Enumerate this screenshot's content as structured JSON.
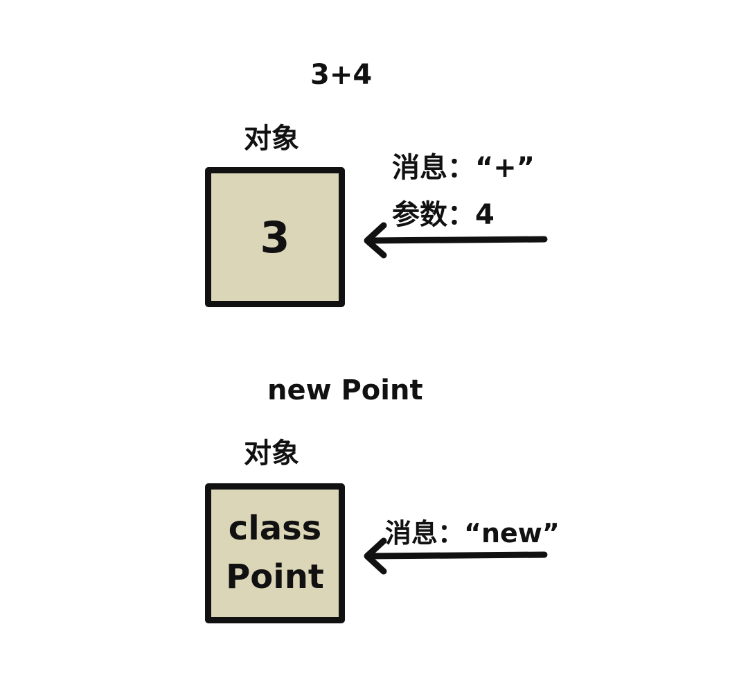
{
  "colors": {
    "box_fill": "#dcd6b9",
    "ink": "#111111",
    "background": "#ffffff"
  },
  "section1": {
    "expression": "3+4",
    "object_label": "对象",
    "box_text": "3",
    "message": "消息：“+”",
    "argument": "参数：4"
  },
  "section2": {
    "expression": "new Point",
    "object_label": "对象",
    "box_line1": "class",
    "box_line2": "Point",
    "message": "消息：“new”"
  }
}
